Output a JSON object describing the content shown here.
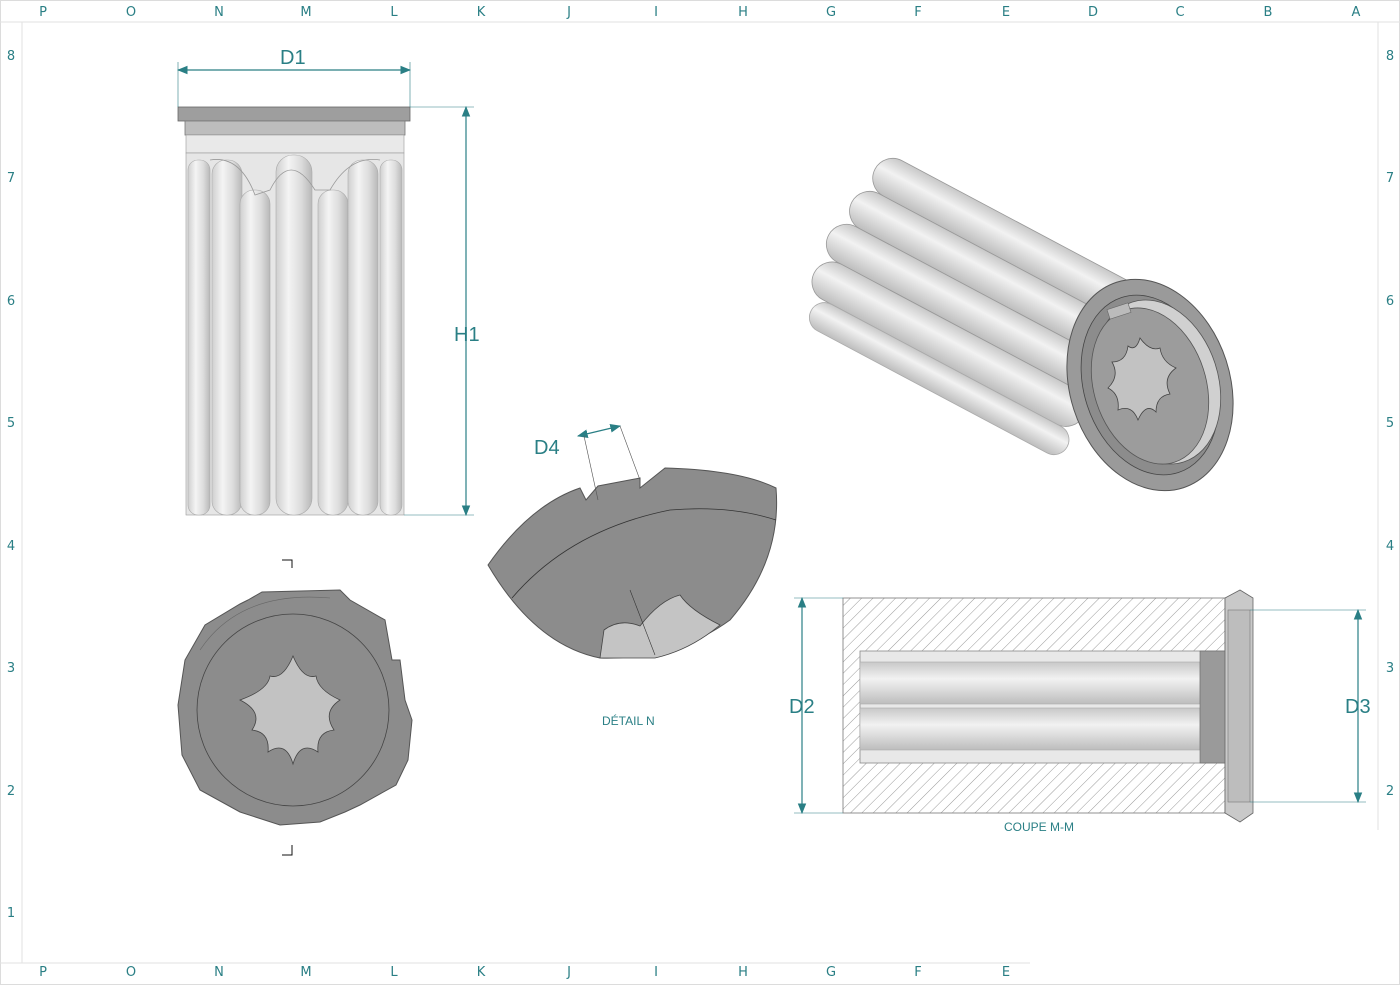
{
  "ruler": {
    "top_letters": [
      "P",
      "O",
      "N",
      "M",
      "L",
      "K",
      "J",
      "I",
      "H",
      "G",
      "F",
      "E",
      "D",
      "C",
      "B",
      "A"
    ],
    "bottom_letters": [
      "P",
      "O",
      "N",
      "M",
      "L",
      "K",
      "J",
      "I",
      "H",
      "G",
      "F",
      "E"
    ],
    "left_numbers": [
      "8",
      "7",
      "6",
      "5",
      "4",
      "3",
      "2",
      "1"
    ],
    "right_numbers": [
      "8",
      "7",
      "6",
      "5",
      "4",
      "3",
      "2"
    ]
  },
  "dimensions": {
    "d1": "D1",
    "h1": "H1",
    "d4": "D4",
    "d2": "D2",
    "d3": "D3"
  },
  "captions": {
    "detail": "DÉTAIL N",
    "section": "COUPE M-M"
  },
  "colors": {
    "dimension": "#2a7f85",
    "part_dark": "#8c8c8c",
    "part_light": "#d8d8d8"
  }
}
